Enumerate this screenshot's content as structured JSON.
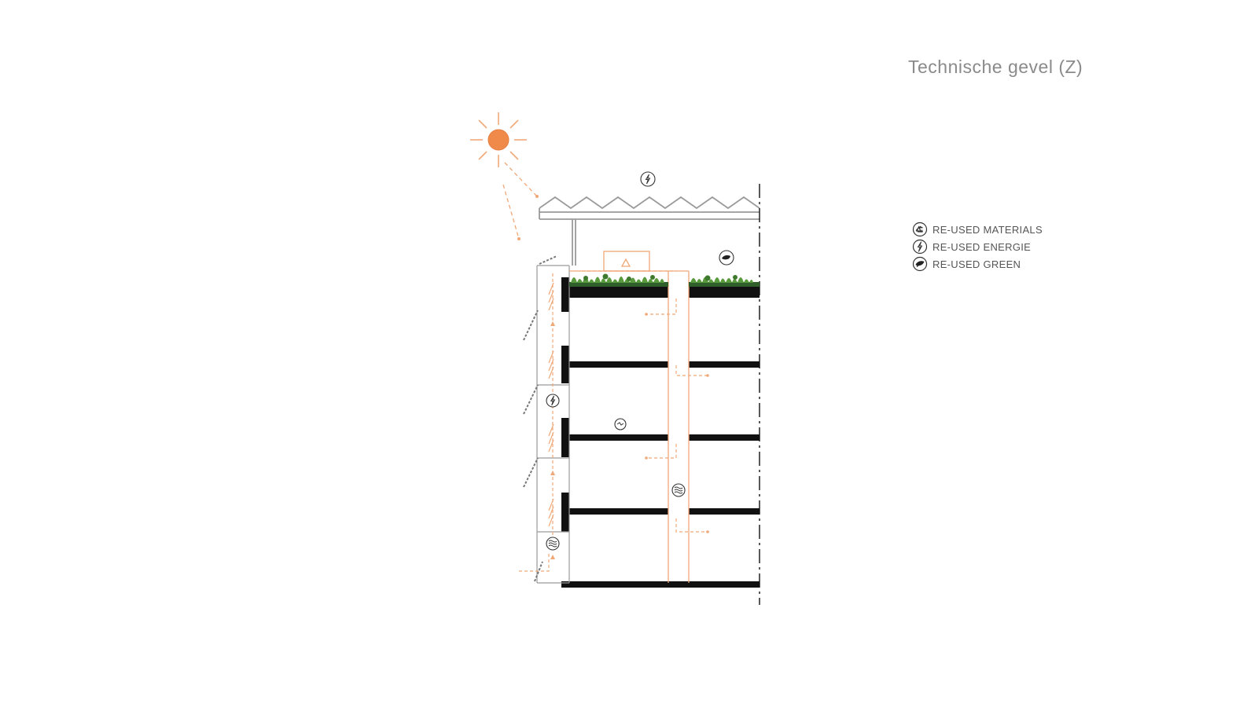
{
  "title": "Technische gevel (Z)",
  "legend": {
    "items": [
      {
        "label": "RE-USED MATERIALS",
        "icon": "recycle-icon"
      },
      {
        "label": "RE-USED ENERGIE",
        "icon": "lightning-icon"
      },
      {
        "label": "RE-USED GREEN",
        "icon": "leaf-icon"
      }
    ]
  },
  "colors": {
    "accent_orange": "#f0a878",
    "sun": "#f08a4b",
    "structure": "#111111",
    "roof_line": "#9a9a9a",
    "green": "#4f8f3a",
    "text": "#555555"
  }
}
